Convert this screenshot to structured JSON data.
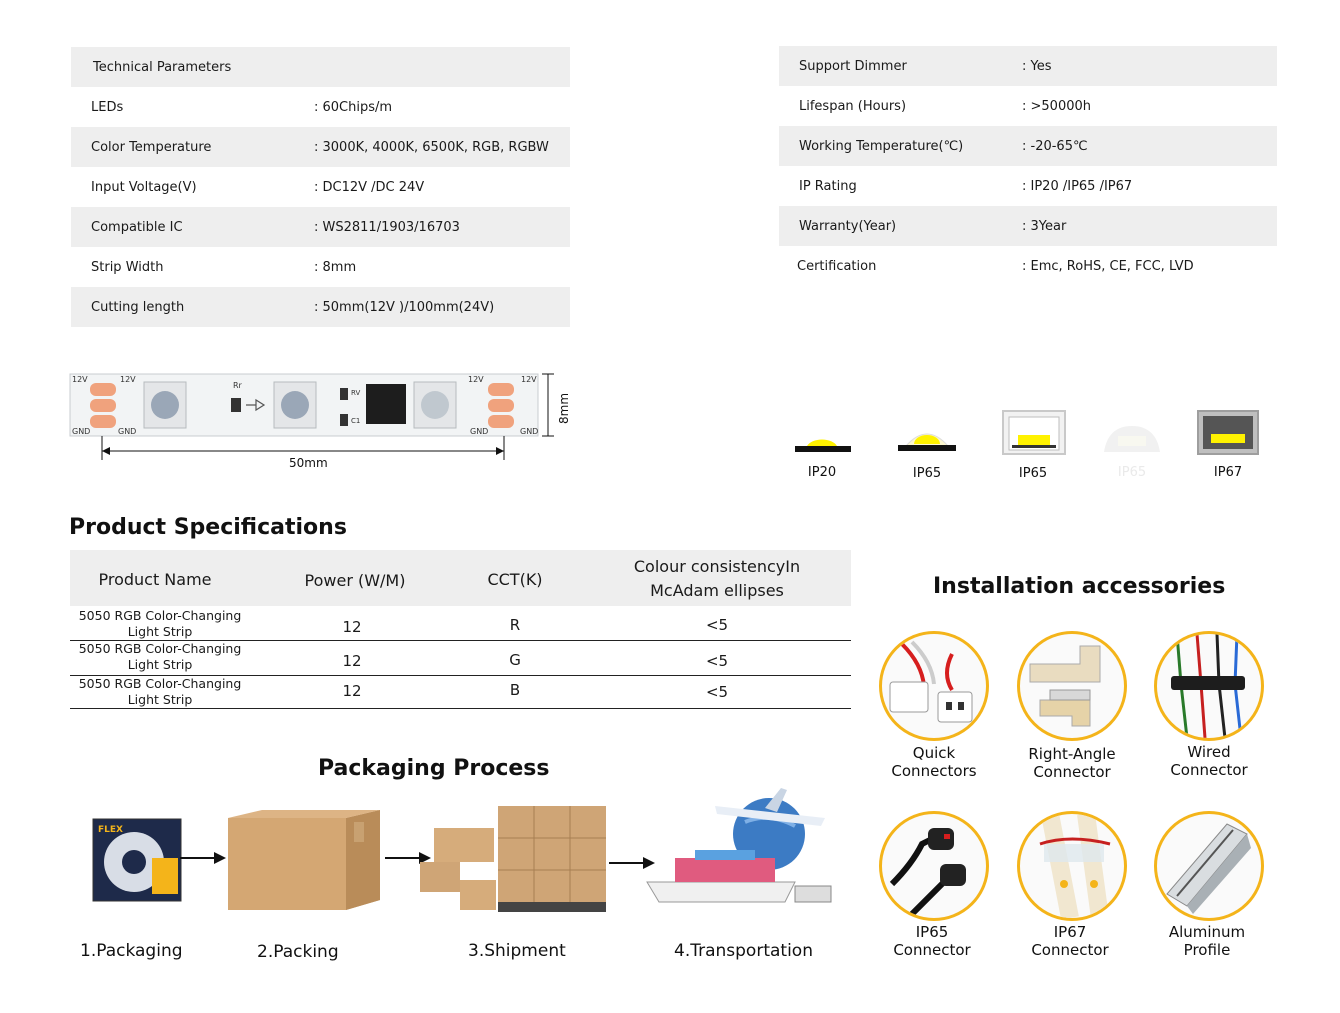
{
  "tech_left": {
    "header": "Technical Parameters",
    "rows": [
      {
        "label": "LEDs",
        "value": ": 60Chips/m"
      },
      {
        "label": "Color Temperature",
        "value": ": 3000K, 4000K, 6500K, RGB, RGBW"
      },
      {
        "label": "Input Voltage(V)",
        "value": ": DC12V /DC 24V"
      },
      {
        "label": "Compatible IC",
        "value": ": WS2811/1903/16703"
      },
      {
        "label": "Strip Width",
        "value": ": 8mm"
      },
      {
        "label": "Cutting length",
        "value": ": 50mm(12V )/100mm(24V)"
      }
    ]
  },
  "tech_right": {
    "rows": [
      {
        "label": "Support Dimmer",
        "value": ": Yes"
      },
      {
        "label": "Lifespan (Hours)",
        "value": ": >50000h"
      },
      {
        "label": "Working Temperature(℃)",
        "value": ": -20-65℃"
      },
      {
        "label": "IP Rating",
        "value": ": IP20 /IP65 /IP67"
      },
      {
        "label": "Warranty(Year)",
        "value": ": 3Year"
      },
      {
        "label": "Certification",
        "value": ": Emc, RoHS, CE, FCC, LVD"
      }
    ]
  },
  "strip_diagram": {
    "v12_a": "12V",
    "v12_b": "12V",
    "v12_c": "12V",
    "v12_d": "12V",
    "gnd_a": "GND",
    "gnd_b": "GND",
    "gnd_c": "GND",
    "gnd_d": "GND",
    "rr": "Rr",
    "rv": "RV",
    "c1": "C1",
    "width": "8mm",
    "length": "50mm"
  },
  "ip_icons": [
    "IP20",
    "IP65",
    "IP65",
    "IP65",
    "IP67"
  ],
  "product_specs": {
    "title": "Product Specifications",
    "headers": {
      "name": "Product Name",
      "power": "Power (W/M)",
      "cct": "CCT(K)",
      "consistency_1": "Colour consistencyIn",
      "consistency_2": "McAdam ellipses"
    },
    "rows": [
      {
        "name_1": "5050 RGB Color-Changing",
        "name_2": "Light Strip",
        "power": "12",
        "cct": "R",
        "consistency": "<5"
      },
      {
        "name_1": "5050 RGB Color-Changing",
        "name_2": "Light Strip",
        "power": "12",
        "cct": "G",
        "consistency": "<5"
      },
      {
        "name_1": "5050 RGB Color-Changing",
        "name_2": "Light Strip",
        "power": "12",
        "cct": "B",
        "consistency": "<5"
      }
    ]
  },
  "installation": {
    "title": "Installation accessories",
    "items": [
      {
        "line1": "Quick",
        "line2": "Connectors"
      },
      {
        "line1": "Right-Angle",
        "line2": "Connector"
      },
      {
        "line1": "Wired",
        "line2": "Connector"
      },
      {
        "line1": "IP65",
        "line2": "Connector"
      },
      {
        "line1": "IP67",
        "line2": "Connector"
      },
      {
        "line1": "Aluminum",
        "line2": "Profile"
      }
    ]
  },
  "packaging": {
    "title": "Packaging Process",
    "box_brand": "FLEX",
    "steps": [
      "1.Packaging",
      "2.Packing",
      "3.Shipment",
      "4.Transportation"
    ]
  },
  "colors": {
    "accent": "#f4b41a",
    "shade": "#eeeeee",
    "led_yellow": "#fff200"
  }
}
